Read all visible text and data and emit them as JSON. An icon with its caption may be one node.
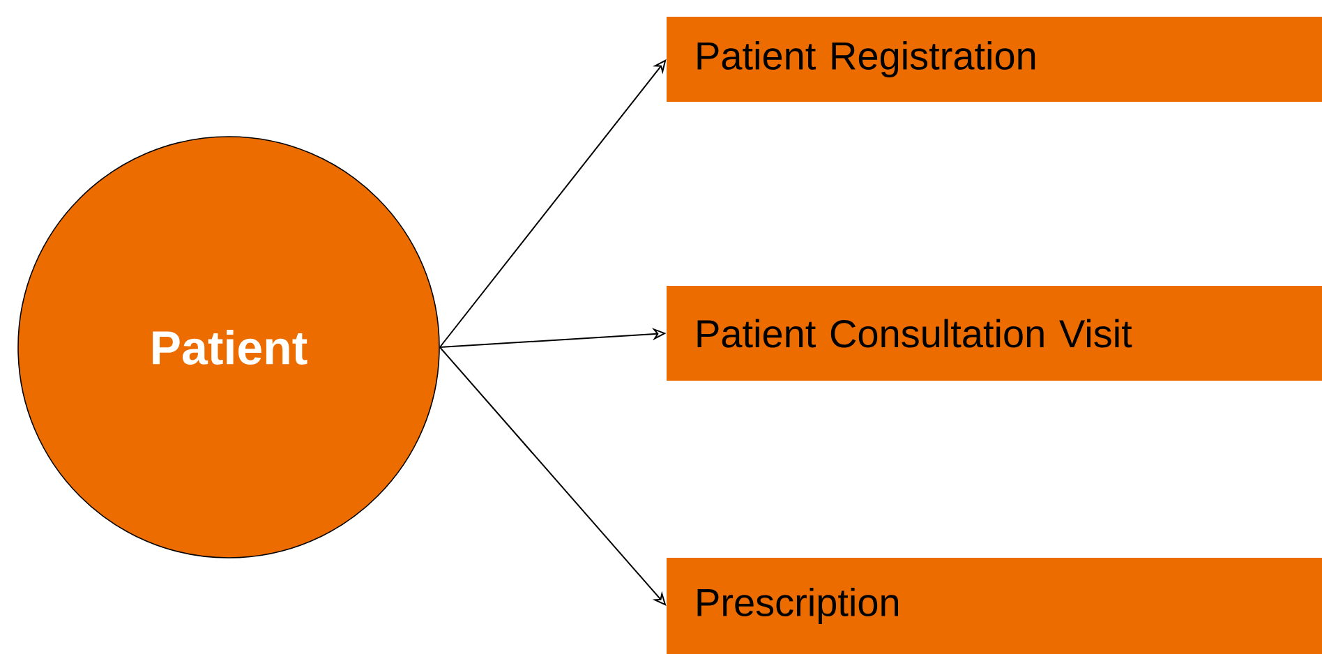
{
  "diagram": {
    "nodes": [
      {
        "text": [
          "Patient"
        ]
      },
      {
        "text": [
          "Patient Registration"
        ]
      },
      {
        "text": [
          "Patient Consultation Visit"
        ]
      },
      {
        "text": [
          "Prescription"
        ]
      }
    ],
    "edges": [
      {
        "from": 0,
        "to": 1,
        "arrow": "to"
      },
      {
        "from": 0,
        "to": 2,
        "arrow": "to"
      },
      {
        "from": 0,
        "to": 3,
        "arrow": "to"
      }
    ]
  }
}
